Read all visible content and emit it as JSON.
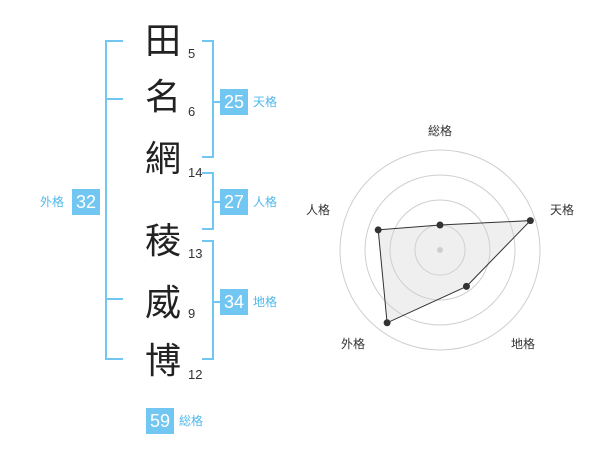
{
  "characters": [
    {
      "char": "田",
      "strokes": "5"
    },
    {
      "char": "名",
      "strokes": "6"
    },
    {
      "char": "網",
      "strokes": "14"
    },
    {
      "char": "稜",
      "strokes": "13"
    },
    {
      "char": "威",
      "strokes": "9"
    },
    {
      "char": "博",
      "strokes": "12"
    }
  ],
  "kakusu": {
    "tenkaku": {
      "value": "25",
      "label": "天格"
    },
    "jinkaku": {
      "value": "27",
      "label": "人格"
    },
    "chikaku": {
      "value": "34",
      "label": "地格"
    },
    "gaikaku": {
      "value": "32",
      "label": "外格"
    },
    "soukaku": {
      "value": "59",
      "label": "総格"
    }
  },
  "colors": {
    "accent": "#72c7f2",
    "accent_text": "#4fb8ec"
  },
  "chart_data": {
    "type": "radar",
    "axes": [
      "総格",
      "天格",
      "地格",
      "外格",
      "人格"
    ],
    "values": [
      0.25,
      0.95,
      0.45,
      0.9,
      0.65
    ],
    "rings": 4
  }
}
